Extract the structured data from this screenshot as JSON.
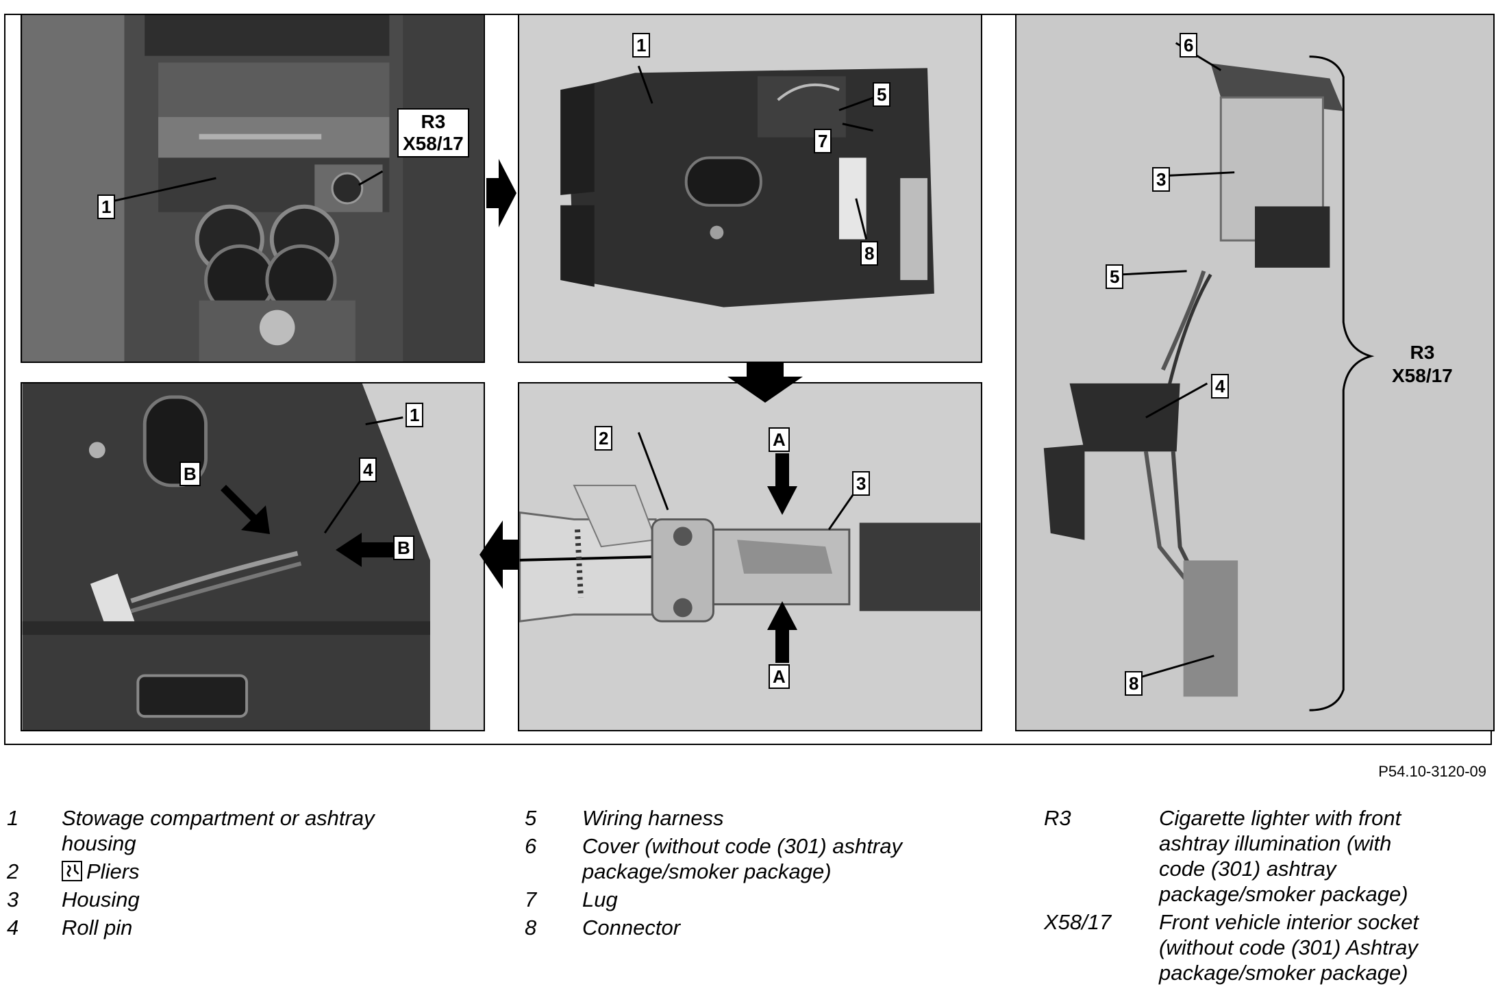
{
  "figure_code": "P54.10-3120-09",
  "panels": {
    "p1": {
      "callouts": [
        "1",
        "R3",
        "X58/17"
      ]
    },
    "p2": {
      "callouts": [
        "1",
        "5",
        "7",
        "8"
      ]
    },
    "p3": {
      "callouts": [
        "6",
        "3",
        "5",
        "4",
        "8"
      ],
      "group_label": [
        "R3",
        "X58/17"
      ]
    },
    "p4": {
      "callouts": [
        "1",
        "4",
        "B",
        "B"
      ]
    },
    "p5": {
      "callouts": [
        "2",
        "A",
        "3",
        "A"
      ]
    }
  },
  "legend": {
    "col1": [
      {
        "key": "1",
        "text": "Stowage compartment or ashtray housing"
      },
      {
        "key": "2",
        "text": "Pliers",
        "icon": "pliers-tool-icon"
      },
      {
        "key": "3",
        "text": "Housing"
      },
      {
        "key": "4",
        "text": "Roll pin"
      }
    ],
    "col2": [
      {
        "key": "5",
        "text": "Wiring harness"
      },
      {
        "key": "6",
        "text": "Cover (without code (301) ashtray package/smoker package)"
      },
      {
        "key": "7",
        "text": "Lug"
      },
      {
        "key": "8",
        "text": "Connector"
      }
    ],
    "col3": [
      {
        "key": "R3",
        "text": "Cigarette lighter with front ashtray illumination (with code (301) ashtray package/smoker package)"
      },
      {
        "key": "X58/17",
        "text": "Front vehicle interior socket (without code (301) Ashtray package/smoker package)"
      }
    ]
  },
  "colors": {
    "panel_bg": "#c9c9c9",
    "dark": "#3a3a3a",
    "arrow": "#000000"
  }
}
